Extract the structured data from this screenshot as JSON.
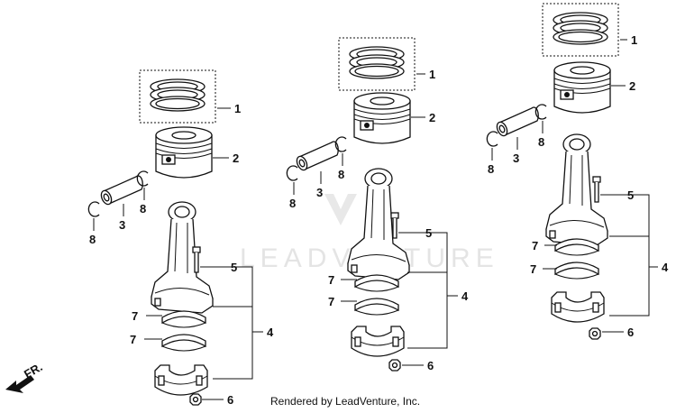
{
  "diagram": {
    "watermark": "LEADVENTURE",
    "callouts": {
      "piston_rings": "1",
      "piston": "2",
      "piston_pin": "3",
      "connecting_rod_assy": "4",
      "rod_bolt": "5",
      "rod_nut": "6",
      "bearing": "7",
      "pin_clip": "8"
    },
    "direction_label": "FR.",
    "credit": "Rendered by LeadVenture, Inc."
  }
}
